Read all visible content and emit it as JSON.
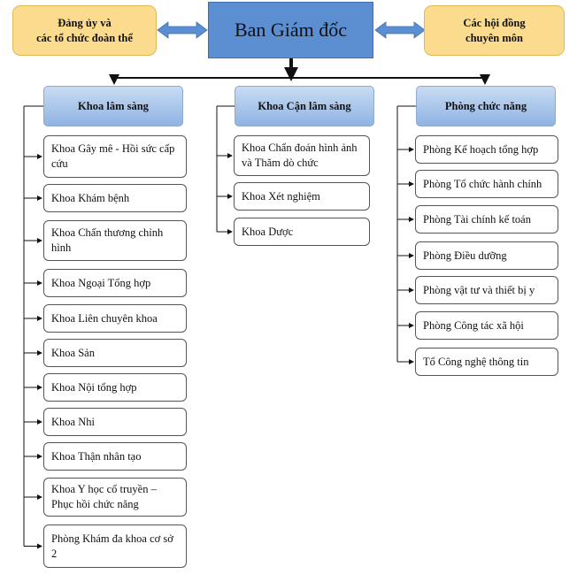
{
  "top": {
    "left": "Đảng ủy và\ncác tổ chức đoàn thể",
    "center": "Ban Giám đốc",
    "right": "Các hội đồng\nchuyên môn"
  },
  "colors": {
    "ban_giam_doc": "#5b8fd2",
    "side_boxes": "#fbdc8e",
    "headers": "#a9c4ea",
    "arrows": "#5b8fd2"
  },
  "columns": [
    {
      "header": "Khoa lâm sàng",
      "items": [
        "Khoa Gây mê - Hồi sức cấp cứu",
        "Khoa Khám bệnh",
        "Khoa Chấn thương chỉnh hình",
        "Khoa Ngoại Tổng hợp",
        "Khoa Liên chuyên khoa",
        "Khoa Sản",
        "Khoa Nội tổng hợp",
        "Khoa Nhi",
        "Khoa Thận nhân tạo",
        "Khoa Y học cổ truyền – Phục hồi chức năng",
        "Phòng Khám đa khoa cơ sở 2"
      ]
    },
    {
      "header": "Khoa Cận lâm sàng",
      "items": [
        "Khoa Chẩn đoán hình ảnh và Thăm dò chức",
        "Khoa Xét nghiệm",
        "Khoa Dược"
      ]
    },
    {
      "header": "Phòng chức năng",
      "items": [
        "Phòng Kế hoạch tổng hợp",
        "Phòng Tổ chức hành chính",
        "Phòng Tài chính kế toán",
        "Phòng Điều dưỡng",
        "Phòng vật tư và thiết bị y",
        "Phòng Công tác xã hội",
        "Tổ Công nghệ thông tin"
      ]
    }
  ]
}
